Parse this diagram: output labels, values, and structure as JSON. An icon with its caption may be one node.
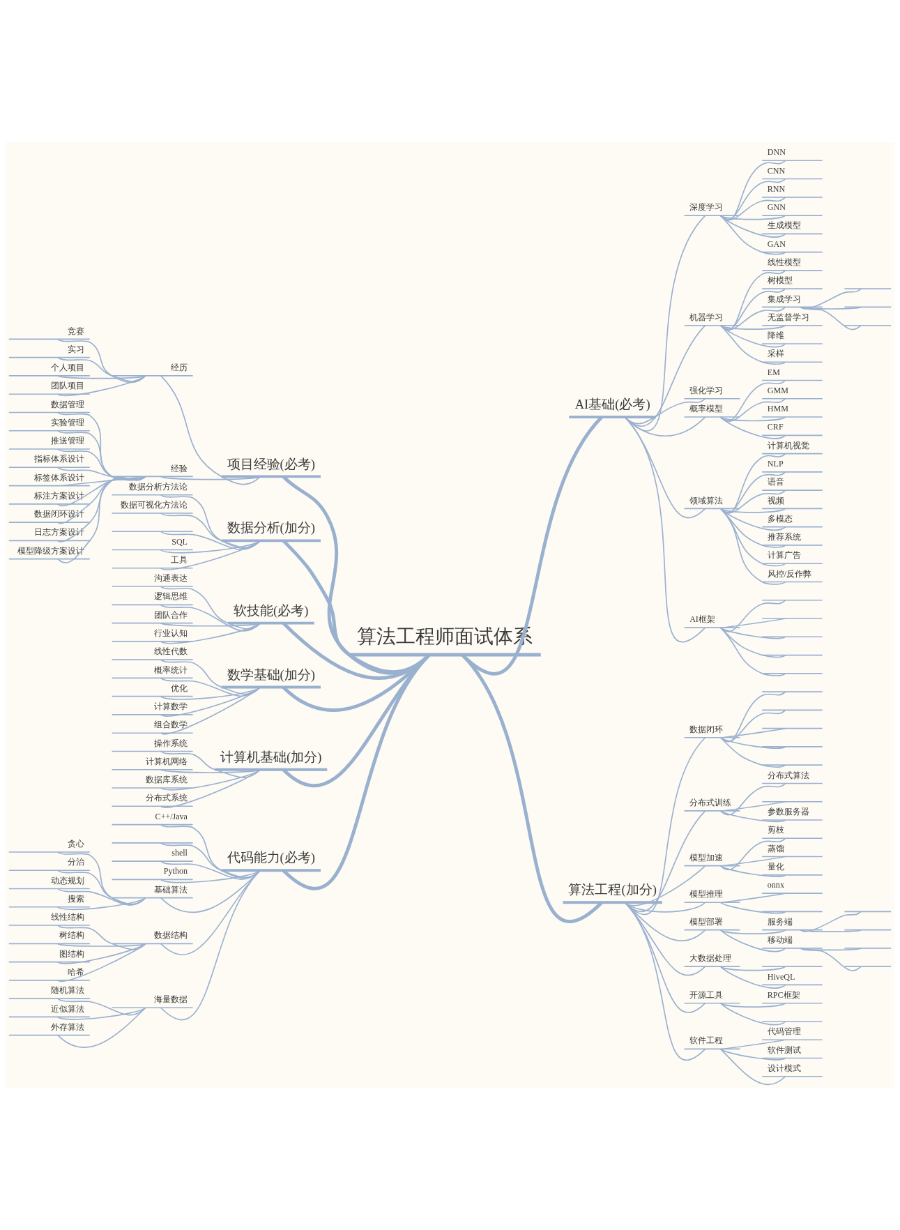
{
  "diagram": {
    "nodes": [
      {
        "text": [
          "算法工程师面试体系"
        ]
      },
      {
        "text": [
          "项目经验(必考)"
        ]
      },
      {
        "text": [
          "经历"
        ]
      },
      {
        "text": [
          "竞赛"
        ]
      },
      {
        "text": [
          "实习"
        ]
      },
      {
        "text": [
          "个人项目"
        ]
      },
      {
        "text": [
          "团队项目"
        ]
      },
      {
        "text": [
          "经验"
        ]
      },
      {
        "text": [
          "数据管理"
        ]
      },
      {
        "text": [
          "实验管理"
        ]
      },
      {
        "text": [
          "推送管理"
        ]
      },
      {
        "text": [
          "指标体系设计"
        ]
      },
      {
        "text": [
          "标签体系设计"
        ]
      },
      {
        "text": [
          "标注方案设计"
        ]
      },
      {
        "text": [
          "数据闭环设计"
        ]
      },
      {
        "text": [
          "日志方案设计"
        ]
      },
      {
        "text": [
          "模型降级方案设计"
        ]
      },
      {
        "text": [
          "数据分析(加分)"
        ]
      },
      {
        "text": [
          "数据分析方法论"
        ]
      },
      {
        "text": [
          "数据可视化方法论"
        ]
      },
      {
        "text": [],
        "shape": "line"
      },
      {
        "text": [
          "SQL"
        ]
      },
      {
        "text": [
          "工具"
        ]
      },
      {
        "text": [
          "软技能(必考)"
        ]
      },
      {
        "text": [
          "沟通表达"
        ]
      },
      {
        "text": [
          "逻辑思维"
        ]
      },
      {
        "text": [
          "团队合作"
        ]
      },
      {
        "text": [
          "行业认知"
        ]
      },
      {
        "text": [
          "数学基础(加分)"
        ]
      },
      {
        "text": [
          "线性代数"
        ]
      },
      {
        "text": [
          "概率统计"
        ]
      },
      {
        "text": [
          "优化"
        ]
      },
      {
        "text": [
          "计算数学"
        ]
      },
      {
        "text": [
          "组合数学"
        ]
      },
      {
        "text": [
          "计算机基础(加分)"
        ]
      },
      {
        "text": [
          "操作系统"
        ]
      },
      {
        "text": [
          "计算机网络"
        ]
      },
      {
        "text": [
          "数据库系统"
        ]
      },
      {
        "text": [
          "分布式系统"
        ]
      },
      {
        "text": [
          "代码能力(必考)"
        ]
      },
      {
        "text": [
          "C++/Java"
        ]
      },
      {
        "text": [],
        "shape": "line"
      },
      {
        "text": [
          "shell"
        ]
      },
      {
        "text": [
          "Python"
        ]
      },
      {
        "text": [
          "基础算法"
        ]
      },
      {
        "text": [
          "贪心"
        ]
      },
      {
        "text": [
          "分治"
        ]
      },
      {
        "text": [
          "动态规划"
        ]
      },
      {
        "text": [
          "搜索"
        ]
      },
      {
        "text": [
          "数据结构"
        ]
      },
      {
        "text": [
          "线性结构"
        ]
      },
      {
        "text": [
          "树结构"
        ]
      },
      {
        "text": [
          "图结构"
        ]
      },
      {
        "text": [
          "哈希"
        ]
      },
      {
        "text": [
          "海量数据"
        ]
      },
      {
        "text": [
          "随机算法"
        ]
      },
      {
        "text": [
          "近似算法"
        ]
      },
      {
        "text": [
          "外存算法"
        ]
      },
      {
        "text": [
          "AI基础(必考)"
        ]
      },
      {
        "text": [
          "深度学习"
        ]
      },
      {
        "text": [
          "DNN"
        ]
      },
      {
        "text": [
          "CNN"
        ]
      },
      {
        "text": [
          "RNN"
        ]
      },
      {
        "text": [
          "GNN"
        ]
      },
      {
        "text": [
          "生成模型"
        ]
      },
      {
        "text": [
          "GAN"
        ]
      },
      {
        "text": [
          "机器学习"
        ]
      },
      {
        "text": [
          "线性模型"
        ]
      },
      {
        "text": [
          "树模型"
        ]
      },
      {
        "text": [
          "集成学习"
        ]
      },
      {
        "text": [],
        "shape": "line"
      },
      {
        "text": [],
        "shape": "line"
      },
      {
        "text": [],
        "shape": "line"
      },
      {
        "text": [
          "无监督学习"
        ]
      },
      {
        "text": [
          "降维"
        ]
      },
      {
        "text": [
          "采样"
        ]
      },
      {
        "text": [
          "强化学习"
        ]
      },
      {
        "text": [
          "概率模型"
        ]
      },
      {
        "text": [
          "EM"
        ]
      },
      {
        "text": [
          "GMM"
        ]
      },
      {
        "text": [
          "HMM"
        ]
      },
      {
        "text": [
          "CRF"
        ]
      },
      {
        "text": [
          "领域算法"
        ]
      },
      {
        "text": [
          "计算机视觉"
        ]
      },
      {
        "text": [
          "NLP"
        ]
      },
      {
        "text": [
          "语音"
        ]
      },
      {
        "text": [
          "视频"
        ]
      },
      {
        "text": [
          "多模态"
        ]
      },
      {
        "text": [
          "推荐系统"
        ]
      },
      {
        "text": [
          "计算广告"
        ]
      },
      {
        "text": [
          "风控/反作弊"
        ]
      },
      {
        "text": [
          "AI框架"
        ]
      },
      {
        "text": [],
        "shape": "line"
      },
      {
        "text": [],
        "shape": "line"
      },
      {
        "text": [],
        "shape": "line"
      },
      {
        "text": [],
        "shape": "line"
      },
      {
        "text": [],
        "shape": "line"
      },
      {
        "text": [
          "算法工程(加分)"
        ]
      },
      {
        "text": [
          "数据闭环"
        ]
      },
      {
        "text": [],
        "shape": "line"
      },
      {
        "text": [],
        "shape": "line"
      },
      {
        "text": [],
        "shape": "line"
      },
      {
        "text": [],
        "shape": "line"
      },
      {
        "text": [],
        "shape": "line"
      },
      {
        "text": [
          "分布式训练"
        ]
      },
      {
        "text": [
          "分布式算法"
        ]
      },
      {
        "text": [],
        "shape": "line"
      },
      {
        "text": [
          "参数服务器"
        ]
      },
      {
        "text": [
          "模型加速"
        ]
      },
      {
        "text": [
          "剪枝"
        ]
      },
      {
        "text": [
          "蒸馏"
        ]
      },
      {
        "text": [
          "量化"
        ]
      },
      {
        "text": [
          "模型推理"
        ]
      },
      {
        "text": [
          "onnx"
        ]
      },
      {
        "text": [],
        "shape": "line"
      },
      {
        "text": [
          "模型部署"
        ]
      },
      {
        "text": [
          "服务端"
        ]
      },
      {
        "text": [],
        "shape": "line"
      },
      {
        "text": [],
        "shape": "line"
      },
      {
        "text": [
          "移动端"
        ]
      },
      {
        "text": [],
        "shape": "line"
      },
      {
        "text": [],
        "shape": "line"
      },
      {
        "text": [
          "大数据处理"
        ]
      },
      {
        "text": [],
        "shape": "line"
      },
      {
        "text": [
          "HiveQL"
        ]
      },
      {
        "text": [
          "开源工具"
        ]
      },
      {
        "text": [
          "RPC框架"
        ]
      },
      {
        "text": [],
        "shape": "line"
      },
      {
        "text": [
          "软件工程"
        ]
      },
      {
        "text": [
          "代码管理"
        ]
      },
      {
        "text": [
          "软件测试"
        ]
      },
      {
        "text": [
          "设计模式"
        ]
      }
    ],
    "edges": [
      {
        "from": 1,
        "to": 0,
        "arrow": "none",
        "style": "thick"
      },
      {
        "from": 2,
        "to": 1,
        "arrow": "none"
      },
      {
        "from": 3,
        "to": 2,
        "arrow": "none"
      },
      {
        "from": 4,
        "to": 2,
        "arrow": "none"
      },
      {
        "from": 5,
        "to": 2,
        "arrow": "none"
      },
      {
        "from": 6,
        "to": 2,
        "arrow": "none"
      },
      {
        "from": 7,
        "to": 1,
        "arrow": "none"
      },
      {
        "from": 8,
        "to": 7,
        "arrow": "none"
      },
      {
        "from": 9,
        "to": 7,
        "arrow": "none"
      },
      {
        "from": 10,
        "to": 7,
        "arrow": "none"
      },
      {
        "from": 11,
        "to": 7,
        "arrow": "none"
      },
      {
        "from": 12,
        "to": 7,
        "arrow": "none"
      },
      {
        "from": 13,
        "to": 7,
        "arrow": "none"
      },
      {
        "from": 14,
        "to": 7,
        "arrow": "none"
      },
      {
        "from": 15,
        "to": 7,
        "arrow": "none"
      },
      {
        "from": 16,
        "to": 7,
        "arrow": "none"
      },
      {
        "from": 17,
        "to": 0,
        "arrow": "none",
        "style": "thick"
      },
      {
        "from": 18,
        "to": 17,
        "arrow": "none"
      },
      {
        "from": 19,
        "to": 17,
        "arrow": "none"
      },
      {
        "from": 20,
        "to": 17,
        "arrow": "none"
      },
      {
        "from": 21,
        "to": 17,
        "arrow": "none"
      },
      {
        "from": 22,
        "to": 17,
        "arrow": "none"
      },
      {
        "from": 23,
        "to": 0,
        "arrow": "none",
        "style": "thick"
      },
      {
        "from": 24,
        "to": 23,
        "arrow": "none"
      },
      {
        "from": 25,
        "to": 23,
        "arrow": "none"
      },
      {
        "from": 26,
        "to": 23,
        "arrow": "none"
      },
      {
        "from": 27,
        "to": 23,
        "arrow": "none"
      },
      {
        "from": 28,
        "to": 0,
        "arrow": "none",
        "style": "thick"
      },
      {
        "from": 29,
        "to": 28,
        "arrow": "none"
      },
      {
        "from": 30,
        "to": 28,
        "arrow": "none"
      },
      {
        "from": 31,
        "to": 28,
        "arrow": "none"
      },
      {
        "from": 32,
        "to": 28,
        "arrow": "none"
      },
      {
        "from": 33,
        "to": 28,
        "arrow": "none"
      },
      {
        "from": 34,
        "to": 0,
        "arrow": "none",
        "style": "thick"
      },
      {
        "from": 35,
        "to": 34,
        "arrow": "none"
      },
      {
        "from": 36,
        "to": 34,
        "arrow": "none"
      },
      {
        "from": 37,
        "to": 34,
        "arrow": "none"
      },
      {
        "from": 38,
        "to": 34,
        "arrow": "none"
      },
      {
        "from": 39,
        "to": 0,
        "arrow": "none",
        "style": "thick"
      },
      {
        "from": 40,
        "to": 39,
        "arrow": "none"
      },
      {
        "from": 41,
        "to": 39,
        "arrow": "none"
      },
      {
        "from": 42,
        "to": 39,
        "arrow": "none"
      },
      {
        "from": 43,
        "to": 39,
        "arrow": "none"
      },
      {
        "from": 44,
        "to": 39,
        "arrow": "none"
      },
      {
        "from": 45,
        "to": 44,
        "arrow": "none"
      },
      {
        "from": 46,
        "to": 44,
        "arrow": "none"
      },
      {
        "from": 47,
        "to": 44,
        "arrow": "none"
      },
      {
        "from": 48,
        "to": 44,
        "arrow": "none"
      },
      {
        "from": 49,
        "to": 39,
        "arrow": "none"
      },
      {
        "from": 50,
        "to": 49,
        "arrow": "none"
      },
      {
        "from": 51,
        "to": 49,
        "arrow": "none"
      },
      {
        "from": 52,
        "to": 49,
        "arrow": "none"
      },
      {
        "from": 53,
        "to": 49,
        "arrow": "none"
      },
      {
        "from": 54,
        "to": 39,
        "arrow": "none"
      },
      {
        "from": 55,
        "to": 54,
        "arrow": "none"
      },
      {
        "from": 56,
        "to": 54,
        "arrow": "none"
      },
      {
        "from": 57,
        "to": 54,
        "arrow": "none"
      },
      {
        "from": 0,
        "to": 58,
        "arrow": "none",
        "style": "thick"
      },
      {
        "from": 58,
        "to": 59,
        "arrow": "none"
      },
      {
        "from": 59,
        "to": 60,
        "arrow": "none"
      },
      {
        "from": 59,
        "to": 61,
        "arrow": "none"
      },
      {
        "from": 59,
        "to": 62,
        "arrow": "none"
      },
      {
        "from": 59,
        "to": 63,
        "arrow": "none"
      },
      {
        "from": 59,
        "to": 64,
        "arrow": "none"
      },
      {
        "from": 59,
        "to": 65,
        "arrow": "none"
      },
      {
        "from": 58,
        "to": 66,
        "arrow": "none"
      },
      {
        "from": 66,
        "to": 67,
        "arrow": "none"
      },
      {
        "from": 66,
        "to": 68,
        "arrow": "none"
      },
      {
        "from": 66,
        "to": 69,
        "arrow": "none"
      },
      {
        "from": 69,
        "to": 70,
        "arrow": "none"
      },
      {
        "from": 69,
        "to": 71,
        "arrow": "none"
      },
      {
        "from": 69,
        "to": 72,
        "arrow": "none"
      },
      {
        "from": 66,
        "to": 73,
        "arrow": "none"
      },
      {
        "from": 66,
        "to": 74,
        "arrow": "none"
      },
      {
        "from": 66,
        "to": 75,
        "arrow": "none"
      },
      {
        "from": 58,
        "to": 76,
        "arrow": "none"
      },
      {
        "from": 58,
        "to": 77,
        "arrow": "none"
      },
      {
        "from": 77,
        "to": 78,
        "arrow": "none"
      },
      {
        "from": 77,
        "to": 79,
        "arrow": "none"
      },
      {
        "from": 77,
        "to": 80,
        "arrow": "none"
      },
      {
        "from": 77,
        "to": 81,
        "arrow": "none"
      },
      {
        "from": 58,
        "to": 82,
        "arrow": "none"
      },
      {
        "from": 82,
        "to": 83,
        "arrow": "none"
      },
      {
        "from": 82,
        "to": 84,
        "arrow": "none"
      },
      {
        "from": 82,
        "to": 85,
        "arrow": "none"
      },
      {
        "from": 82,
        "to": 86,
        "arrow": "none"
      },
      {
        "from": 82,
        "to": 87,
        "arrow": "none"
      },
      {
        "from": 82,
        "to": 88,
        "arrow": "none"
      },
      {
        "from": 82,
        "to": 89,
        "arrow": "none"
      },
      {
        "from": 82,
        "to": 90,
        "arrow": "none"
      },
      {
        "from": 58,
        "to": 91,
        "arrow": "none"
      },
      {
        "from": 91,
        "to": 92,
        "arrow": "none"
      },
      {
        "from": 91,
        "to": 93,
        "arrow": "none"
      },
      {
        "from": 91,
        "to": 94,
        "arrow": "none"
      },
      {
        "from": 91,
        "to": 95,
        "arrow": "none"
      },
      {
        "from": 91,
        "to": 96,
        "arrow": "none"
      },
      {
        "from": 0,
        "to": 97,
        "arrow": "none",
        "style": "thick"
      },
      {
        "from": 97,
        "to": 98,
        "arrow": "none"
      },
      {
        "from": 98,
        "to": 99,
        "arrow": "none"
      },
      {
        "from": 98,
        "to": 100,
        "arrow": "none"
      },
      {
        "from": 98,
        "to": 101,
        "arrow": "none"
      },
      {
        "from": 98,
        "to": 102,
        "arrow": "none"
      },
      {
        "from": 98,
        "to": 103,
        "arrow": "none"
      },
      {
        "from": 97,
        "to": 104,
        "arrow": "none"
      },
      {
        "from": 104,
        "to": 105,
        "arrow": "none"
      },
      {
        "from": 104,
        "to": 106,
        "arrow": "none"
      },
      {
        "from": 104,
        "to": 107,
        "arrow": "none"
      },
      {
        "from": 97,
        "to": 108,
        "arrow": "none"
      },
      {
        "from": 108,
        "to": 109,
        "arrow": "none"
      },
      {
        "from": 108,
        "to": 110,
        "arrow": "none"
      },
      {
        "from": 108,
        "to": 111,
        "arrow": "none"
      },
      {
        "from": 97,
        "to": 112,
        "arrow": "none"
      },
      {
        "from": 112,
        "to": 113,
        "arrow": "none"
      },
      {
        "from": 112,
        "to": 114,
        "arrow": "none"
      },
      {
        "from": 97,
        "to": 115,
        "arrow": "none"
      },
      {
        "from": 115,
        "to": 116,
        "arrow": "none"
      },
      {
        "from": 116,
        "to": 117,
        "arrow": "none"
      },
      {
        "from": 116,
        "to": 118,
        "arrow": "none"
      },
      {
        "from": 115,
        "to": 119,
        "arrow": "none"
      },
      {
        "from": 119,
        "to": 120,
        "arrow": "none"
      },
      {
        "from": 119,
        "to": 121,
        "arrow": "none"
      },
      {
        "from": 97,
        "to": 122,
        "arrow": "none"
      },
      {
        "from": 122,
        "to": 123,
        "arrow": "none"
      },
      {
        "from": 122,
        "to": 124,
        "arrow": "none"
      },
      {
        "from": 97,
        "to": 125,
        "arrow": "none"
      },
      {
        "from": 125,
        "to": 126,
        "arrow": "none"
      },
      {
        "from": 125,
        "to": 127,
        "arrow": "none"
      },
      {
        "from": 97,
        "to": 128,
        "arrow": "none"
      },
      {
        "from": 128,
        "to": 129,
        "arrow": "none"
      },
      {
        "from": 128,
        "to": 130,
        "arrow": "none"
      },
      {
        "from": 128,
        "to": 131,
        "arrow": "none"
      }
    ]
  }
}
